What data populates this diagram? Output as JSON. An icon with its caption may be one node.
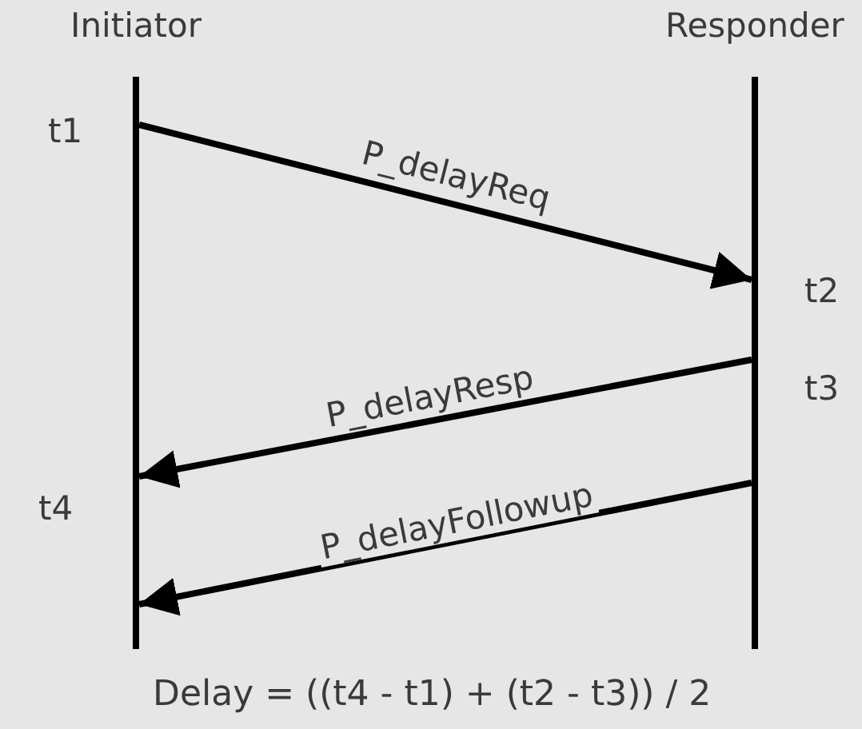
{
  "diagram": {
    "caption": "Delay = ((t4 - t1) + (t2 - t3)) / 2",
    "nodes": [
      {
        "text": [
          "Initiator"
        ]
      },
      {
        "text": [
          "Responder"
        ]
      }
    ],
    "edges": [
      {
        "from": 0,
        "to": 1,
        "arrow": "to",
        "label": "P_delayReq"
      },
      {
        "from": 1,
        "to": 0,
        "arrow": "to",
        "label": "P_delayResp"
      },
      {
        "from": 1,
        "to": 0,
        "arrow": "to",
        "label": "P_delayFollowup"
      }
    ],
    "labels": [
      "t1",
      "t2",
      "t3",
      "t4"
    ]
  }
}
